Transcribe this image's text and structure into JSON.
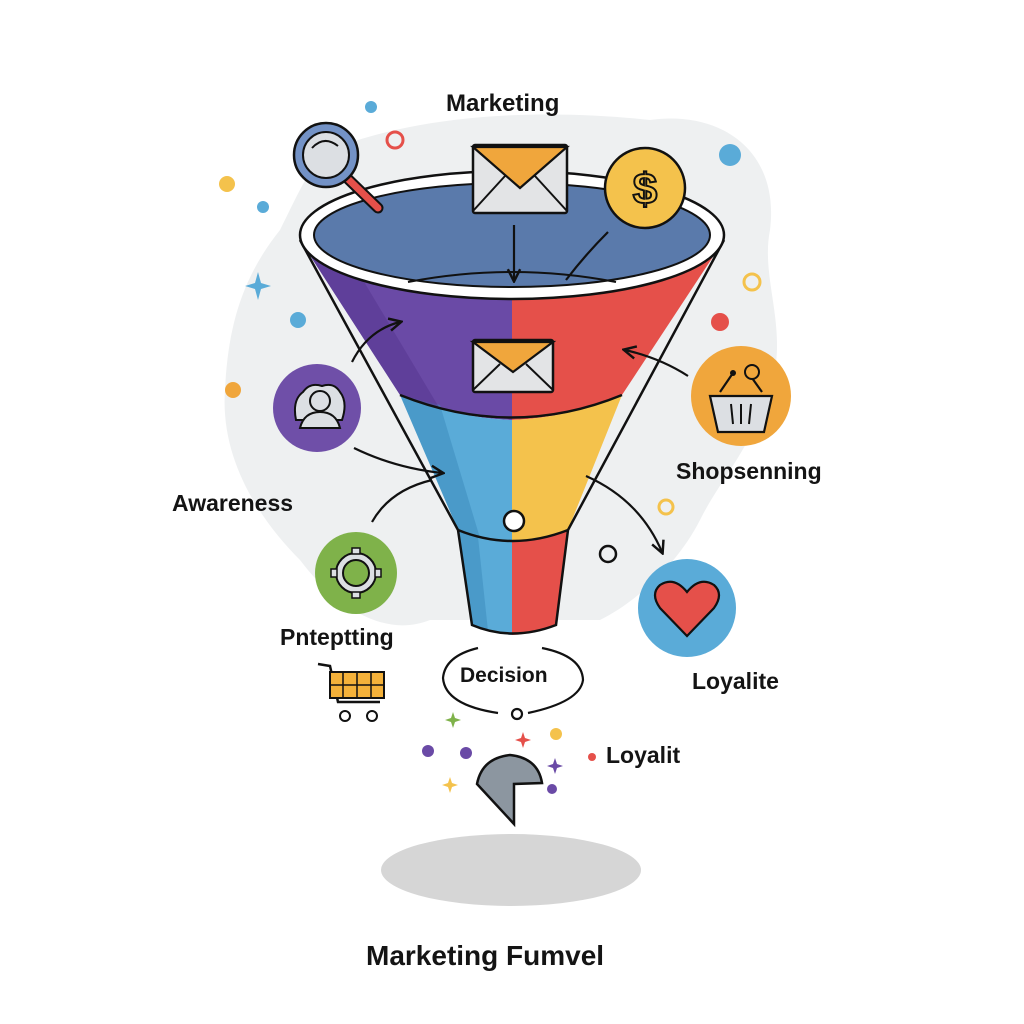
{
  "diagram": {
    "type": "marketing-funnel-infographic",
    "title": "Marketing Fumvel",
    "top_label": "Marketing",
    "labels": {
      "awareness": "Awareness",
      "targeting": "Pnteptting",
      "shopping": "Shopsenning",
      "loyalty_right": "Loyalite",
      "loyalty_bottom": "Loyalit",
      "decision": "Decision"
    },
    "funnel": {
      "rim_color": "#5a7aab",
      "bands": [
        {
          "name": "top-band",
          "left_color": "#6a4aa6",
          "right_color": "#e5504a"
        },
        {
          "name": "middle-band",
          "left_color": "#5aabd8",
          "right_color": "#f4c24c"
        },
        {
          "name": "spout",
          "left_color": "#5aabd8",
          "right_color": "#e5504a"
        }
      ]
    },
    "icons": [
      {
        "name": "magnifier-icon",
        "position": "top-left"
      },
      {
        "name": "envelope-icon",
        "position": "top-center"
      },
      {
        "name": "dollar-coin-icon",
        "position": "top-right",
        "color": "#f4c24c"
      },
      {
        "name": "envelope-icon",
        "position": "funnel-center"
      },
      {
        "name": "people-icon",
        "position": "left",
        "color": "#6f4fa8"
      },
      {
        "name": "target-icon",
        "position": "left-lower",
        "color": "#7fb24a"
      },
      {
        "name": "shopping-cart-icon",
        "position": "bottom-left",
        "color": "#f4b13a"
      },
      {
        "name": "basket-icon",
        "position": "right",
        "color": "#f0a63c"
      },
      {
        "name": "heart-icon",
        "position": "right-lower",
        "color": "#5aabd8"
      },
      {
        "name": "pie-piece-icon",
        "position": "bottom-center",
        "color": "#8c96a0"
      }
    ],
    "colors": {
      "purple": "#6a4aa6",
      "red": "#e5504a",
      "blue": "#5aabd8",
      "yellow": "#f4c24c",
      "orange": "#f0a63c",
      "green": "#7fb24a",
      "background_blob": "#eef0f1",
      "shadow": "#d6d6d6"
    }
  }
}
